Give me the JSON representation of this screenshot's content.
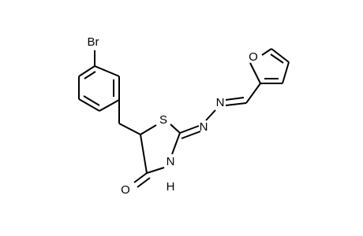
{
  "molecule": {
    "atom_labels": {
      "bromine": "Br",
      "furan_oxygen": "O",
      "ring_sulfur": "S",
      "hydrazone_n1": "N",
      "hydrazone_n2": "N",
      "amide_nitrogen": "N",
      "amide_hydrogen": "H",
      "carbonyl_oxygen": "O"
    }
  }
}
